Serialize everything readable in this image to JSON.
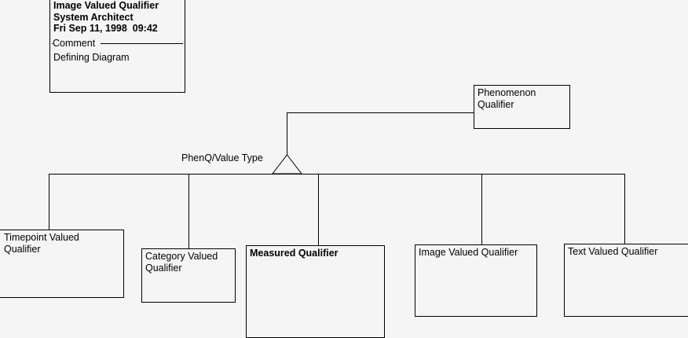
{
  "diagram": {
    "background_color": "#f5f5f5",
    "line_color": "#000000",
    "title_box": {
      "name_line": "Image Valued Qualifier",
      "author_line": "System Architect",
      "date_line": "Fri Sep 11, 1998  09:42",
      "comment_legend": "Comment",
      "comment_text": "Defining Diagram"
    },
    "relationship": {
      "label": "PhenQ/Value Type",
      "kind": "generalization"
    },
    "superclass": {
      "label": "Phenomenon\nQualifier"
    },
    "subclasses": [
      {
        "label": "Timepoint Valued\nQualifier",
        "bold": false
      },
      {
        "label": "Category Valued\nQualifier",
        "bold": false
      },
      {
        "label": "Measured Qualifier",
        "bold": true
      },
      {
        "label": "Image Valued Qualifier",
        "bold": false
      },
      {
        "label": "Text Valued Qualifier",
        "bold": false
      }
    ]
  }
}
